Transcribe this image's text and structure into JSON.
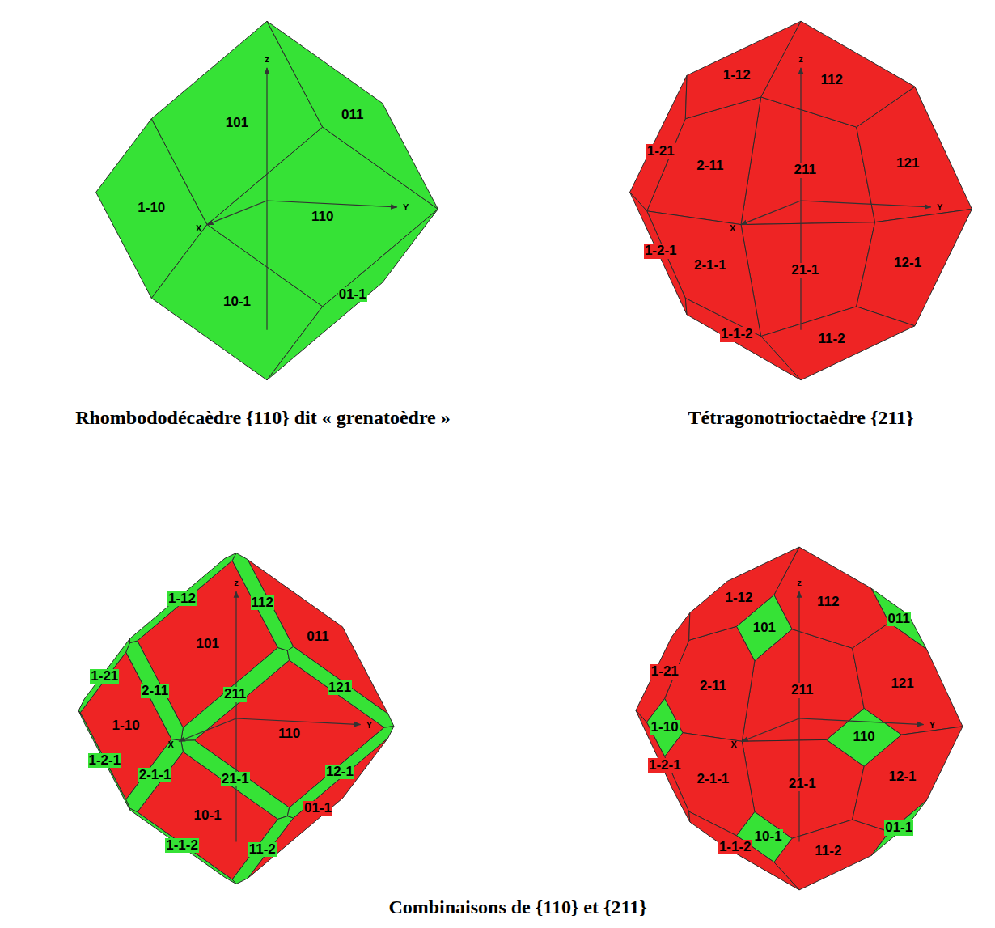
{
  "diagram": {
    "labels": [
      "101",
      "z",
      "011",
      "1-10",
      "X",
      "110",
      "Y",
      "10-1",
      "01-1",
      "1-12",
      "z",
      "112",
      "1-21",
      "2-11",
      "211",
      "121",
      "X",
      "Y",
      "1-2-1",
      "2-1-1",
      "21-1",
      "12-1",
      "1-1-2",
      "11-2",
      "1-12",
      "z",
      "112",
      "101",
      "011",
      "1-21",
      "2-11",
      "211",
      "121",
      "1-10",
      "X",
      "110",
      "Y",
      "1-2-1",
      "2-1-1",
      "21-1",
      "12-1",
      "10-1",
      "01-1",
      "1-1-2",
      "11-2",
      "1-12",
      "101",
      "z",
      "112",
      "011",
      "1-21",
      "2-11",
      "211",
      "121",
      "1-10",
      "X",
      "110",
      "Y",
      "1-2-1",
      "2-1-1",
      "21-1",
      "12-1",
      "10-1",
      "01-1",
      "1-1-2",
      "11-2",
      "Rhombododécaèdre {110} dit « grenatoèdre »",
      "Tétragonotrioctaèdre {211}",
      "Combinaisons de {110} et {211}"
    ]
  }
}
